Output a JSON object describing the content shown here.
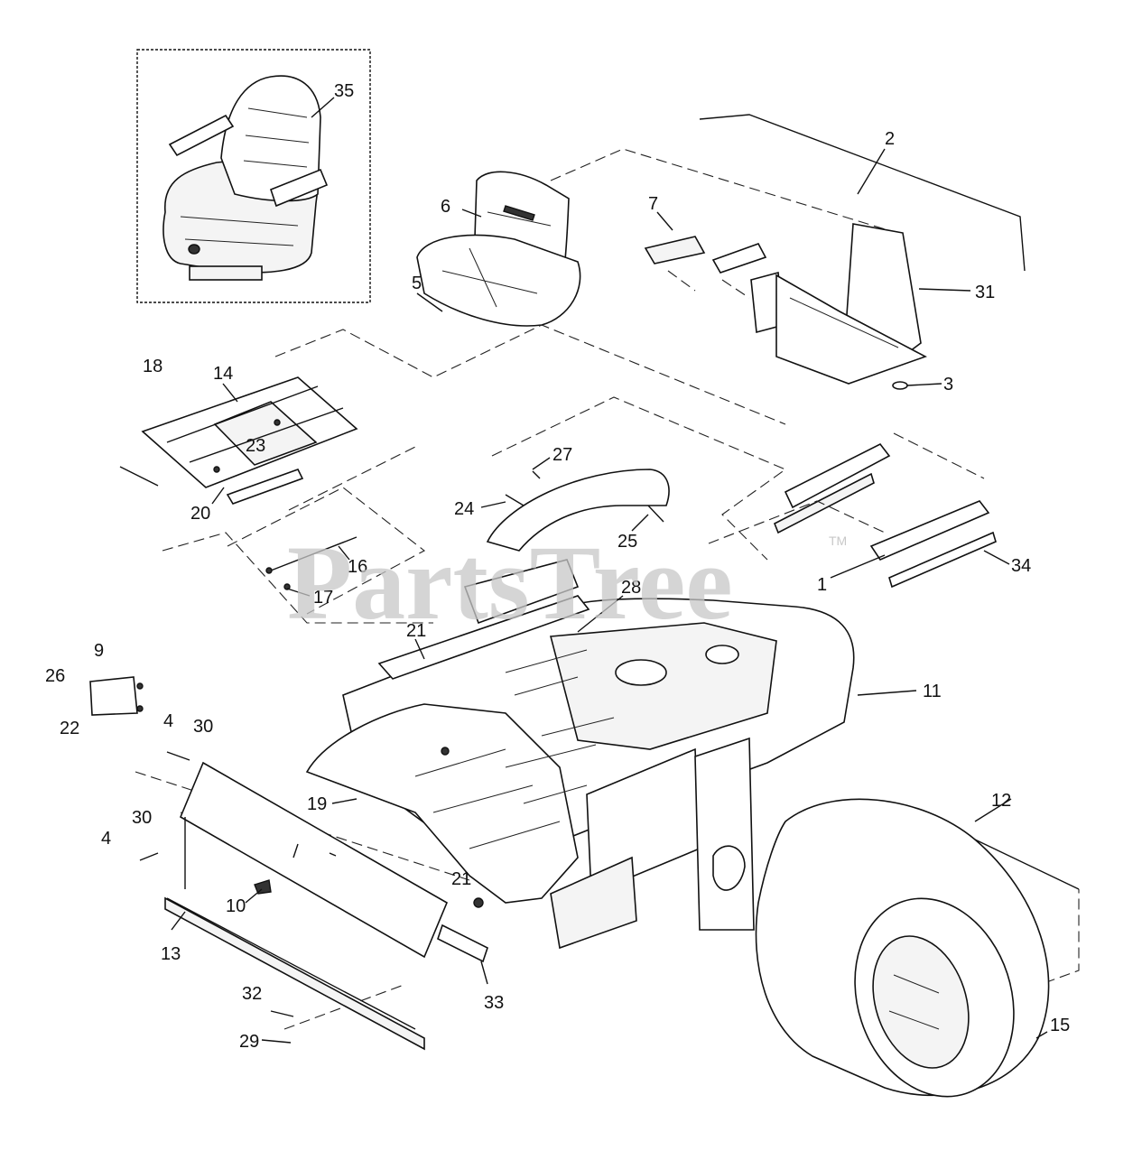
{
  "watermark": {
    "brand": "PartsTree",
    "trademark": "TM"
  },
  "callouts": [
    {
      "id": "2",
      "label": "2"
    },
    {
      "id": "3",
      "label": "3"
    },
    {
      "id": "35",
      "label": "35"
    },
    {
      "id": "6",
      "label": "6"
    },
    {
      "id": "7",
      "label": "7"
    },
    {
      "id": "31",
      "label": "31"
    },
    {
      "id": "5",
      "label": "5"
    },
    {
      "id": "18",
      "label": "18"
    },
    {
      "id": "14",
      "label": "14"
    },
    {
      "id": "23",
      "label": "23"
    },
    {
      "id": "20",
      "label": "20"
    },
    {
      "id": "27",
      "label": "27"
    },
    {
      "id": "24",
      "label": "24"
    },
    {
      "id": "25",
      "label": "25"
    },
    {
      "id": "16",
      "label": "16"
    },
    {
      "id": "17",
      "label": "17"
    },
    {
      "id": "34",
      "label": "34"
    },
    {
      "id": "1",
      "label": "1"
    },
    {
      "id": "28",
      "label": "28"
    },
    {
      "id": "21a",
      "label": "21"
    },
    {
      "id": "9",
      "label": "9"
    },
    {
      "id": "26",
      "label": "26"
    },
    {
      "id": "22",
      "label": "22"
    },
    {
      "id": "4a",
      "label": "4"
    },
    {
      "id": "30a",
      "label": "30"
    },
    {
      "id": "11",
      "label": "11"
    },
    {
      "id": "19",
      "label": "19"
    },
    {
      "id": "30b",
      "label": "30"
    },
    {
      "id": "4b",
      "label": "4"
    },
    {
      "id": "12",
      "label": "12"
    },
    {
      "id": "21b",
      "label": "21"
    },
    {
      "id": "10",
      "label": "10"
    },
    {
      "id": "13",
      "label": "13"
    },
    {
      "id": "33",
      "label": "33"
    },
    {
      "id": "32",
      "label": "32"
    },
    {
      "id": "15",
      "label": "15"
    },
    {
      "id": "29",
      "label": "29"
    }
  ]
}
